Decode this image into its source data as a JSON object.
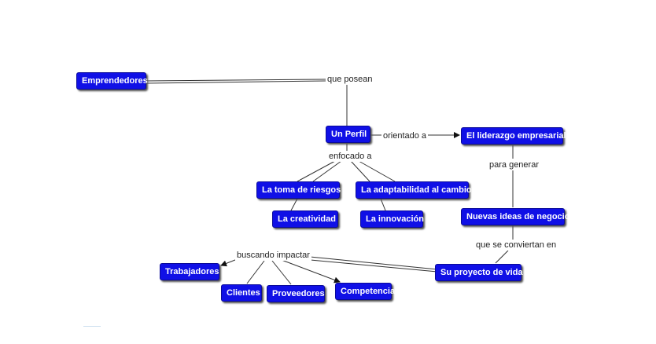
{
  "nodes": {
    "emprendedores": "Emprendedores",
    "un_perfil": "Un Perfil",
    "liderazgo": "El liderazgo empresarial",
    "toma_riesgos": "La toma de riesgos",
    "adaptabilidad": "La adaptabilidad al cambio",
    "creatividad": "La creatividad",
    "innovacion": "La innovación",
    "nuevas_ideas": "Nuevas ideas de negocio",
    "proyecto_vida": "Su proyecto de vida",
    "trabajadores": "Trabajadores",
    "clientes": "Clientes",
    "proveedores": "Proveedores",
    "competencia": "Competencia"
  },
  "links": {
    "que_posean": "que posean",
    "orientado_a": "orientado a",
    "enfocado_a": "enfocado a",
    "para_generar": "para generar",
    "que_se_conviertan_en": "que se conviertan en",
    "buscando_impactar": "buscando impactar"
  },
  "colors": {
    "node_fill": "#1010e6",
    "node_text": "#ffffff",
    "line": "#333333"
  }
}
